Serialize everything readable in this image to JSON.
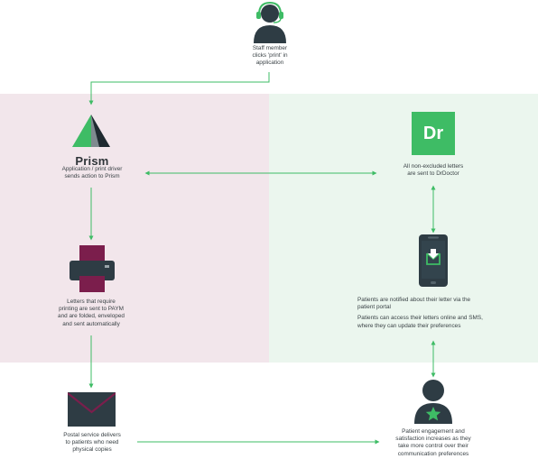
{
  "colors": {
    "accent_green": "#3ebc65",
    "dark_slate": "#2e3c44",
    "maroon": "#7b1e4c",
    "left_band": "#f2e6eb",
    "right_band": "#ebf6ee"
  },
  "staff": {
    "line1": "Staff member",
    "line2": "clicks 'print' in",
    "line3": "application"
  },
  "prism": {
    "title": "Prism",
    "line1": "Application / print driver",
    "line2": "sends action to Prism"
  },
  "drdoctor": {
    "logo_text": "Dr",
    "line1": "All non-excluded letters",
    "line2": "are sent to DrDoctor"
  },
  "printer": {
    "line1": "Letters that require",
    "line2": "printing are sent to PAYM",
    "line3": "and are folded, enveloped",
    "line4": "and sent automatically"
  },
  "portal": {
    "line1": "Patients are notified about their letter via the",
    "line2": "patient portal",
    "line3": "Patients can access their letters online and SMS,",
    "line4": "where they can update their preferences"
  },
  "postal": {
    "line1": "Postal service delivers",
    "line2": "to patients who need",
    "line3": "physical copies"
  },
  "patient": {
    "line1": "Patient engagement and",
    "line2": "satisfaction increases as they",
    "line3": "take more control over their",
    "line4": "communication preferences"
  },
  "icons": [
    "headset-person-icon",
    "prism-logo-icon",
    "drdoctor-logo-icon",
    "printer-icon",
    "phone-icon",
    "envelope-icon",
    "patient-star-icon"
  ]
}
